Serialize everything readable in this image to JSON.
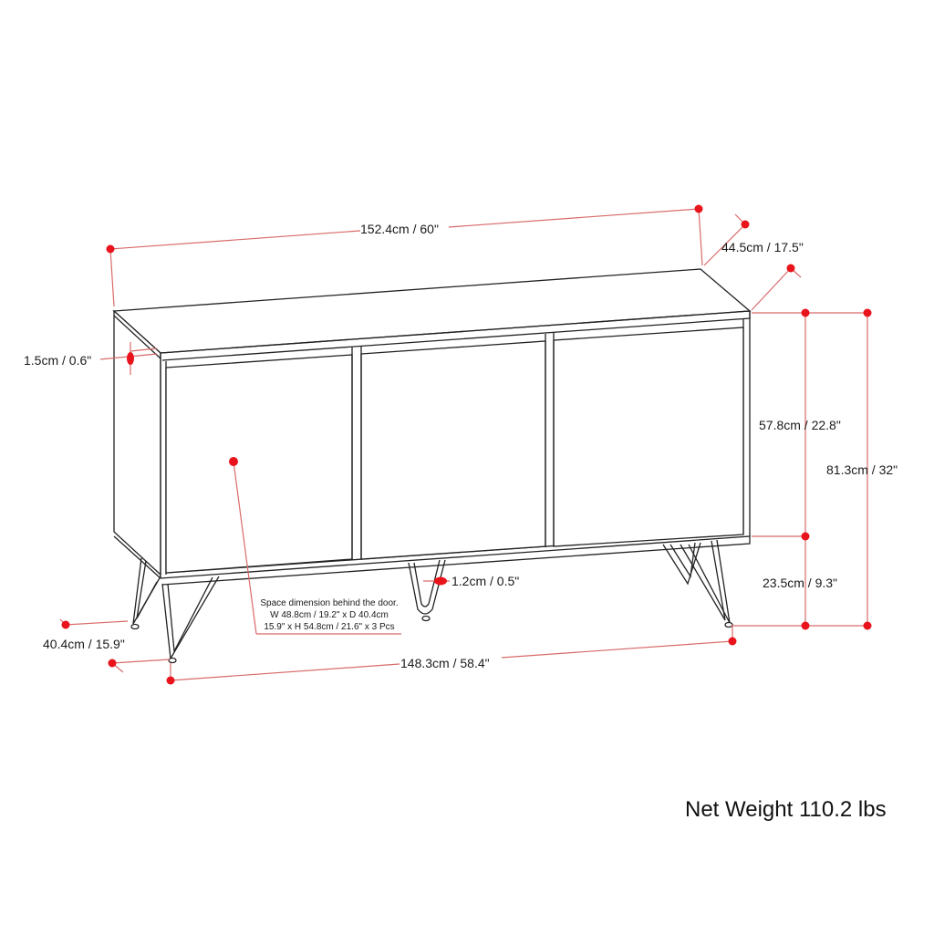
{
  "diagram": {
    "type": "dimension-drawing",
    "subject": "Three-door sideboard with hairpin legs",
    "accent_color": "#e8131b",
    "line_color": "#d96a6a",
    "outline_color": "#222222",
    "dimensions": {
      "overall_width": "152.4cm / 60\"",
      "depth": "44.5cm / 17.5\"",
      "top_thickness": "1.5cm / 0.6\"",
      "cabinet_height": "57.8cm / 22.8\"",
      "overall_height": "81.3cm / 32\"",
      "leg_height": "23.5cm / 9.3\"",
      "leg_thickness": "1.2cm / 0.5\"",
      "leg_depth": "40.4cm / 15.9\"",
      "leg_span_width": "148.3cm / 58.4\""
    },
    "interior_note": {
      "line1": "Space dimension behind the door.",
      "line2": "W 48.8cm / 19.2\" x D 40.4cm",
      "line3": "15.9\" x H 54.8cm / 21.6\" x 3 Pcs"
    },
    "net_weight": "Net Weight 110.2 lbs",
    "door_count": 3
  }
}
